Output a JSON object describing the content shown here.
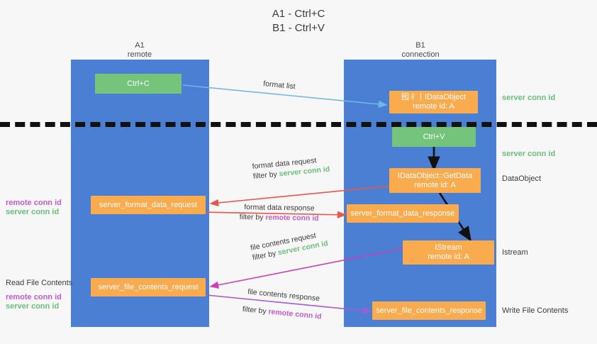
{
  "title": {
    "line1": "A1 - Ctrl+C",
    "line2": "B1 - Ctrl+V"
  },
  "columns": [
    {
      "name": "A1",
      "sub": "remote"
    },
    {
      "name": "B1",
      "sub": "connection"
    }
  ],
  "nodes": [
    {
      "id": "ctrl-c",
      "line1": "Ctrl+C",
      "line2": "",
      "color": "green"
    },
    {
      "id": "idataobject",
      "line1": "囮彳丨IDataObject",
      "line2": "remote id: A",
      "color": "orange"
    },
    {
      "id": "ctrl-v",
      "line1": "Ctrl+V",
      "line2": "",
      "color": "green"
    },
    {
      "id": "getdata",
      "line1": "IDataObject::GetData",
      "line2": "remote id: A",
      "color": "orange"
    },
    {
      "id": "server-format-data-request",
      "line1": "server_format_data_request",
      "line2": "",
      "color": "orange"
    },
    {
      "id": "server-format-data-response",
      "line1": "server_format_data_response",
      "line2": "",
      "color": "orange"
    },
    {
      "id": "istream",
      "line1": "IStream",
      "line2": "remote id: A",
      "color": "orange"
    },
    {
      "id": "server-file-contents-request",
      "line1": "server_file_contents_request",
      "line2": "",
      "color": "orange"
    },
    {
      "id": "server-file-contents-response",
      "line1": "server_file_contents_response",
      "line2": "",
      "color": "orange"
    }
  ],
  "right_labels": [
    {
      "id": "server-conn-id-1",
      "text": "server conn id",
      "style": "green"
    },
    {
      "id": "server-conn-id-2",
      "text": "server conn id",
      "style": "green"
    },
    {
      "id": "dataobject",
      "text": "DataObject",
      "style": "dark"
    },
    {
      "id": "istream-label",
      "text": "Istream",
      "style": "dark"
    },
    {
      "id": "write-file-contents",
      "text": "Write File Contents",
      "style": "dark"
    }
  ],
  "left_labels": [
    {
      "id": "remote-conn-id-1",
      "text": "remote conn id",
      "style": "purple"
    },
    {
      "id": "server-conn-id-left-1",
      "text": "server conn id",
      "style": "green"
    },
    {
      "id": "read-file-contents",
      "text": "Read File Contents",
      "style": "dark"
    },
    {
      "id": "remote-conn-id-2",
      "text": "remote conn id",
      "style": "purple"
    },
    {
      "id": "server-conn-id-left-2",
      "text": "server conn id",
      "style": "green"
    }
  ],
  "arrow_labels": [
    {
      "id": "format-list",
      "main": "format list",
      "filter_prefix": "",
      "filter_value": "",
      "filter_style": ""
    },
    {
      "id": "format-data-request",
      "main": "format data request",
      "filter_prefix": "filter by ",
      "filter_value": "server conn id",
      "filter_style": "green"
    },
    {
      "id": "format-data-response",
      "main": "format data response",
      "filter_prefix": "filter by ",
      "filter_value": "remote conn id",
      "filter_style": "purple"
    },
    {
      "id": "file-contents-request",
      "main": "file contents request",
      "filter_prefix": "filter by ",
      "filter_value": "server conn id",
      "filter_style": "green"
    },
    {
      "id": "file-contents-response",
      "main": "file contents response",
      "filter_prefix": "filter by ",
      "filter_value": "remote conn id",
      "filter_style": "purple"
    }
  ],
  "colors": {
    "lane": "#4a7fd4",
    "orange": "#f9ab4e",
    "green": "#74c47c",
    "green_text": "#68c07a",
    "purple_text": "#c45ad0",
    "arrow_blue": "#6fb7e8",
    "arrow_red": "#e8564b",
    "arrow_magenta": "#cc3fb8",
    "arrow_purple": "#a45ad0",
    "arrow_black": "#111111",
    "background": "#f7f7f7"
  }
}
